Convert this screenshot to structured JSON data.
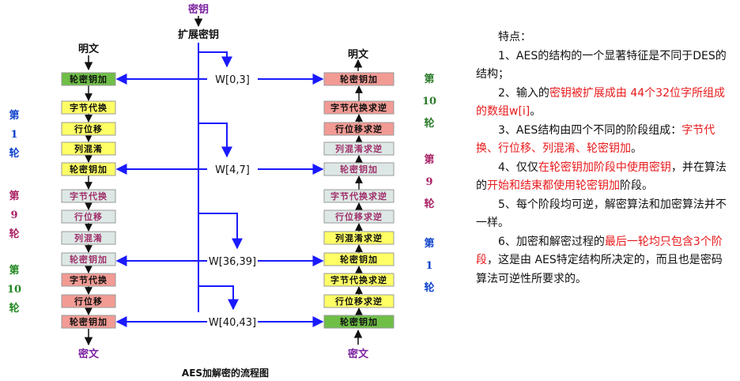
{
  "colors": {
    "green": "#6fbf47",
    "pink": "#f29b94",
    "yellow": "#ffff66",
    "pale": "#dde8e6",
    "arrow_blue": "#1a1aff",
    "purple": "#7a1fa0",
    "label_blue": "#1144cc",
    "label_green": "#228822",
    "label_magenta": "#aa2266",
    "label_darkgreen": "#2a7a2a",
    "red": "#e8191b"
  },
  "diagram": {
    "key_label": "密钥",
    "expand_label": "扩展密钥",
    "plaintext": "明文",
    "ciphertext": "密文",
    "caption": "AES加解密的流程图",
    "w_labels": [
      "W[0,3]",
      "W[4,7]",
      "W[36,39]",
      "W[40,43]"
    ],
    "left_boxes": [
      "轮密钥加",
      "字节代换",
      "行位移",
      "列混淆",
      "轮密钥加",
      "字节代换",
      "行位移",
      "列混淆",
      "轮密钥加",
      "字节代换",
      "行位移",
      "轮密钥加"
    ],
    "right_boxes": [
      "轮密钥加",
      "字节代换求逆",
      "行位移求逆",
      "列混淆求逆",
      "轮密钥加",
      "字节代换求逆",
      "行位移求逆",
      "列混淆求逆",
      "轮密钥加",
      "字节代换求逆",
      "行位移求逆",
      "轮密钥加"
    ],
    "left_rounds": [
      {
        "label": [
          "第",
          "1",
          "轮"
        ]
      },
      {
        "label": [
          "第",
          "9",
          "轮"
        ]
      },
      {
        "label": [
          "第",
          "10",
          "轮"
        ]
      }
    ],
    "right_rounds": [
      {
        "label": [
          "第",
          "10",
          "轮"
        ]
      },
      {
        "label": [
          "第",
          "9",
          "轮"
        ]
      },
      {
        "label": [
          "第",
          "1",
          "轮"
        ]
      }
    ]
  },
  "notes": {
    "heading": "特点：",
    "items": [
      [
        {
          "t": "1、AES的结构的一个显著特征是不同于DES的结构；",
          "red": false
        }
      ],
      [
        {
          "t": "2、输入的",
          "red": false
        },
        {
          "t": "密钥被扩展成由 44个32位字所组成的数组w[i]",
          "red": true
        },
        {
          "t": "。",
          "red": false
        }
      ],
      [
        {
          "t": "3、AES结构由四个不同的阶段组成：",
          "red": false
        },
        {
          "t": "字节代换、行位移、列混淆、轮密钥加",
          "red": true
        },
        {
          "t": "。",
          "red": false
        }
      ],
      [
        {
          "t": "4、仅仅",
          "red": false
        },
        {
          "t": "在轮密钥加阶段中使用密钥",
          "red": true
        },
        {
          "t": "，并在算法的",
          "red": false
        },
        {
          "t": "开始和结束都使用轮密钥加",
          "red": true
        },
        {
          "t": "阶段。",
          "red": false
        }
      ],
      [
        {
          "t": "5、每个阶段均可逆，解密算法和加密算法并不一样。",
          "red": false
        }
      ],
      [
        {
          "t": "6、加密和解密过程的",
          "red": false
        },
        {
          "t": "最后一轮均只包含3个阶段",
          "red": true
        },
        {
          "t": "，这是由 AES特定结构所决定的，而且也是密码算法可逆性所要求的。",
          "red": false
        }
      ]
    ]
  }
}
